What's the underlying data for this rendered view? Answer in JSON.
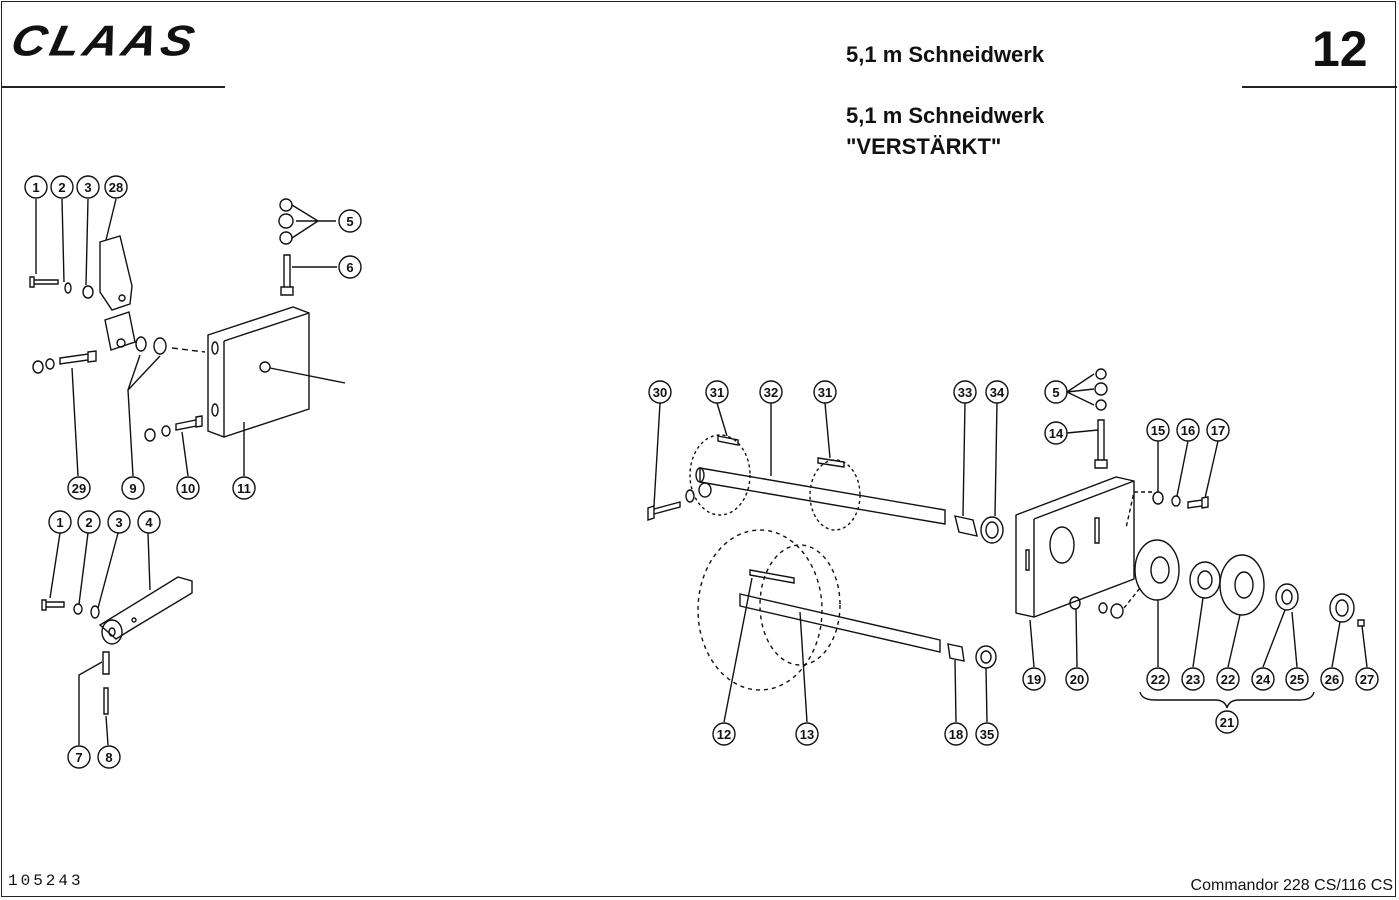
{
  "header": {
    "logo": "CLAAS",
    "title": "5,1 m Schneidwerk",
    "subtitle_line1": "5,1 m Schneidwerk",
    "subtitle_line2": "\"VERSTÄRKT\"",
    "page_number": "12"
  },
  "footer": {
    "doc_number": "105243",
    "model": "Commandor 228 CS/116 CS"
  },
  "callouts": {
    "c1a": "1",
    "c2a": "2",
    "c3a": "3",
    "c28": "28",
    "c5a": "5",
    "c6": "6",
    "c29": "29",
    "c9": "9",
    "c10": "10",
    "c11": "11",
    "c1b": "1",
    "c2b": "2",
    "c3b": "3",
    "c4": "4",
    "c7": "7",
    "c8": "8",
    "c30": "30",
    "c31a": "31",
    "c32": "32",
    "c31b": "31",
    "c33": "33",
    "c34": "34",
    "c5b": "5",
    "c14": "14",
    "c15": "15",
    "c16": "16",
    "c17": "17",
    "c12": "12",
    "c13": "13",
    "c18": "18",
    "c35": "35",
    "c19": "19",
    "c20": "20",
    "c22a": "22",
    "c23": "23",
    "c22b": "22",
    "c24": "24",
    "c25": "25",
    "c26": "26",
    "c27": "27",
    "c21": "21"
  }
}
